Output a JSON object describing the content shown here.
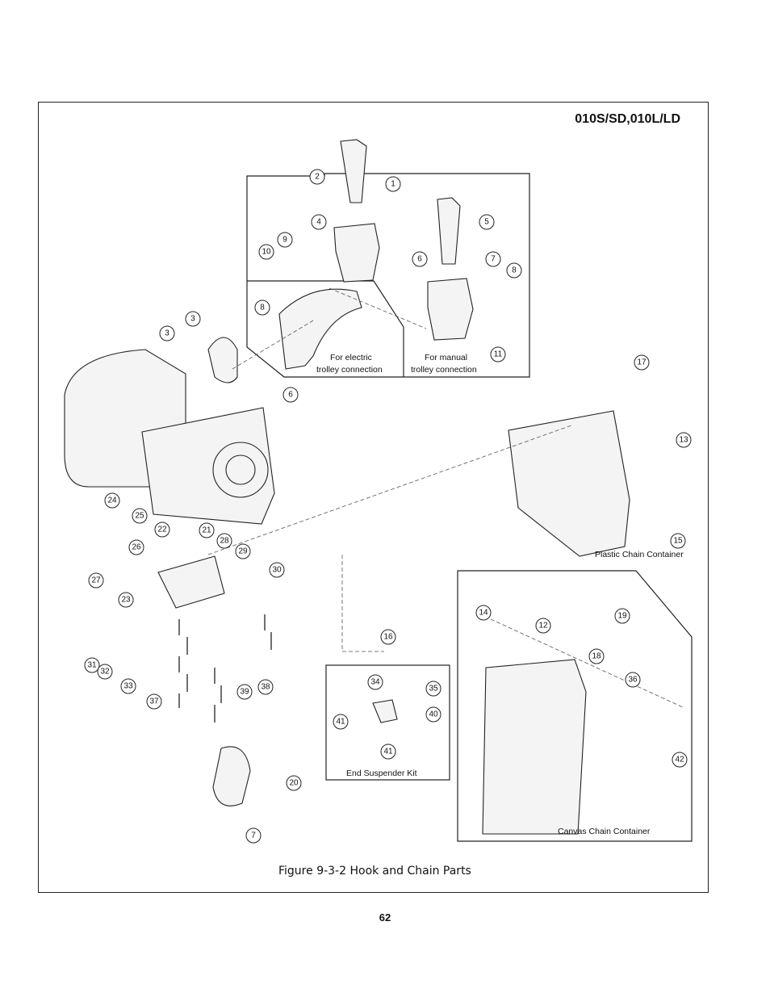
{
  "header": {
    "model": "010S/SD,010L/LD"
  },
  "labels": {
    "electric": [
      "For electric",
      "trolley connection"
    ],
    "manual": [
      "For manual",
      "trolley connection"
    ],
    "plastic": "Plastic Chain Container",
    "canvas": "Canvas Chain Container",
    "suspender": "End Suspender Kit"
  },
  "callouts": [
    "1",
    "2",
    "3",
    "3",
    "4",
    "5",
    "6",
    "6",
    "7",
    "7",
    "8",
    "8",
    "9",
    "10",
    "11",
    "12",
    "13",
    "14",
    "15",
    "16",
    "17",
    "18",
    "19",
    "20",
    "21",
    "22",
    "23",
    "24",
    "25",
    "26",
    "27",
    "28",
    "29",
    "30",
    "31",
    "32",
    "33",
    "34",
    "35",
    "36",
    "37",
    "38",
    "39",
    "40",
    "41",
    "41",
    "42"
  ],
  "caption": "Figure 9-3-2 Hook and Chain Parts",
  "page_number": "62"
}
